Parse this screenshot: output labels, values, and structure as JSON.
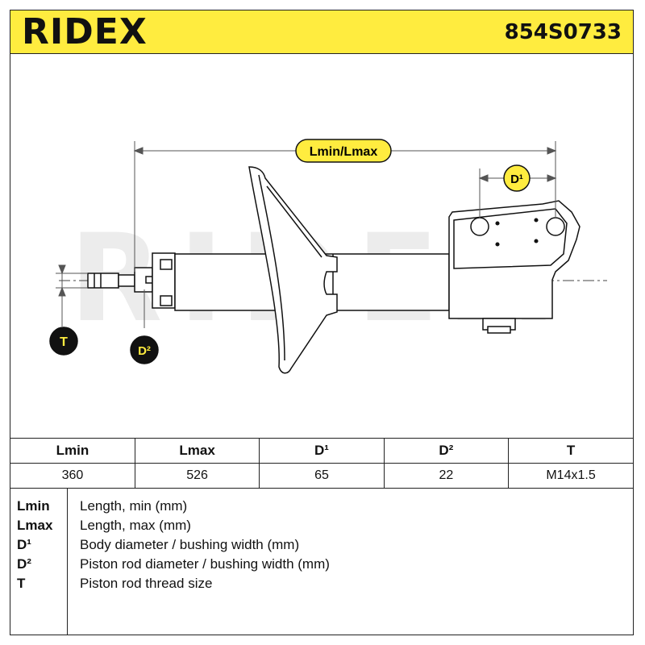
{
  "header": {
    "brand": "RIDEX",
    "part_number": "854S0733",
    "accent_color": "#ffec3f"
  },
  "diagram": {
    "watermark": "RIDEX",
    "labels": {
      "length": "Lmin/Lmax",
      "d1": "D¹",
      "d2": "D²",
      "t": "T"
    }
  },
  "specs": {
    "headers": [
      "Lmin",
      "Lmax",
      "D¹",
      "D²",
      "T"
    ],
    "values": [
      "360",
      "526",
      "65",
      "22",
      "M14x1.5"
    ]
  },
  "legend": [
    {
      "key": "Lmin",
      "text": "Length, min (mm)"
    },
    {
      "key": "Lmax",
      "text": "Length, max (mm)"
    },
    {
      "key": "D¹",
      "text": "Body diameter / bushing width (mm)"
    },
    {
      "key": "D²",
      "text": "Piston rod diameter / bushing width (mm)"
    },
    {
      "key": "T",
      "text": "Piston rod thread size"
    }
  ]
}
